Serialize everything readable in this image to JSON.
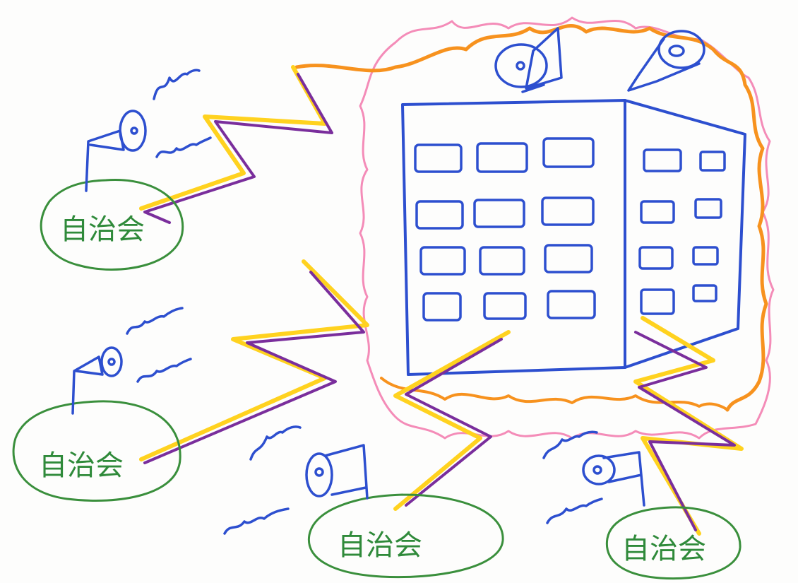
{
  "association_label": "自治会",
  "associations": [
    {
      "label": "自治会"
    },
    {
      "label": "自治会"
    },
    {
      "label": "自治会"
    },
    {
      "label": "自治会"
    }
  ],
  "colors": {
    "building": "#2d4fcf",
    "association_oval": "#3a8f3c",
    "association_text": "#2f8a3a",
    "bolt_yellow": "#ffd21f",
    "bolt_purple": "#7a2e9c",
    "glow_orange": "#f7921e",
    "glow_pink": "#f48cb8",
    "speaker_and_sound": "#2d4fcf"
  },
  "icons": [
    "building-icon",
    "loudspeaker-icon",
    "sound-wave-icon",
    "lightning-bolt-icon",
    "glow-outline-icon"
  ]
}
